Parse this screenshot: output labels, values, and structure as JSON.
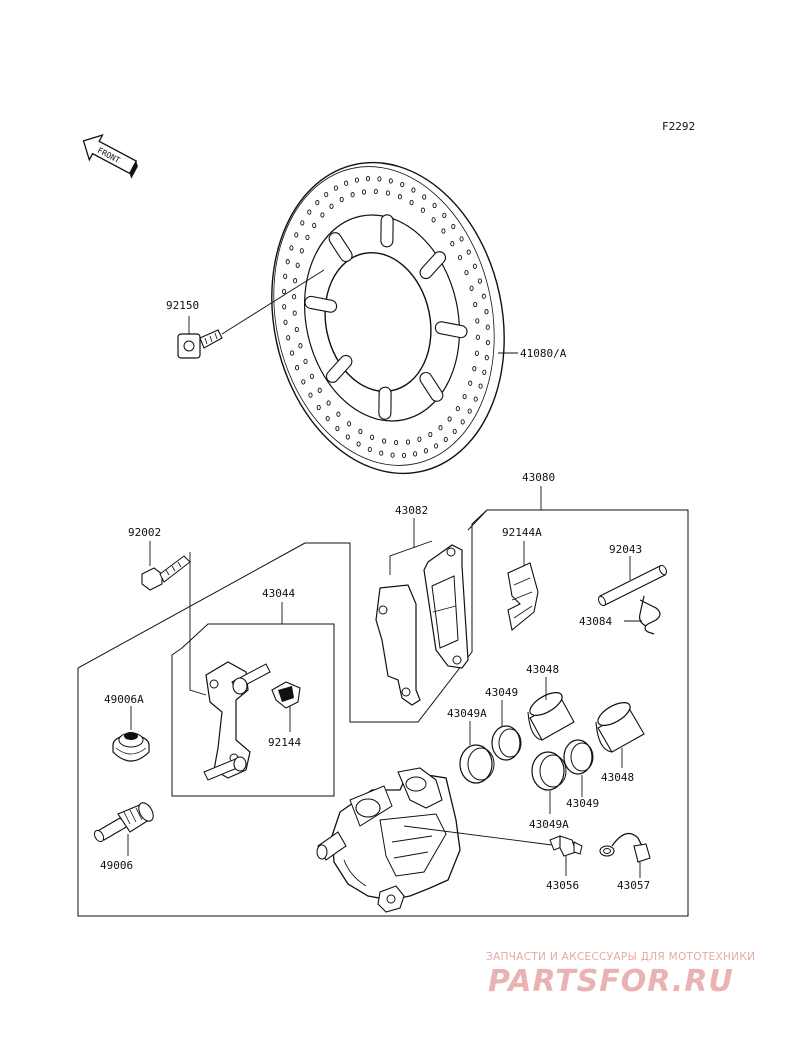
{
  "figure_code": "F2292",
  "front_label": "FRONT",
  "parts": {
    "disc": "41080/A",
    "disc_bolt": "92150",
    "caliper_assy": "43080",
    "pad_set": "43082",
    "pad_spring": "92144A",
    "pad_pin": "92043",
    "pin_clip": "43084",
    "holder_bolt": "92002",
    "bracket": "43044",
    "bracket_spring": "92144",
    "boot": "49006A",
    "slide_pin": "49006",
    "piston_a": "43048",
    "piston_b": "43048",
    "seal_dust_a": "43049",
    "seal_dust_b": "43049",
    "seal_piston_a": "43049A",
    "seal_piston_b": "43049A",
    "bleed_valve": "43056",
    "bleed_cap": "43057"
  },
  "watermark": {
    "tagline": "ЗАПЧАСТИ И АКСЕССУАРЫ ДЛЯ МОТОТЕХНИКИ",
    "logo": "PARTSFOR.RU"
  }
}
